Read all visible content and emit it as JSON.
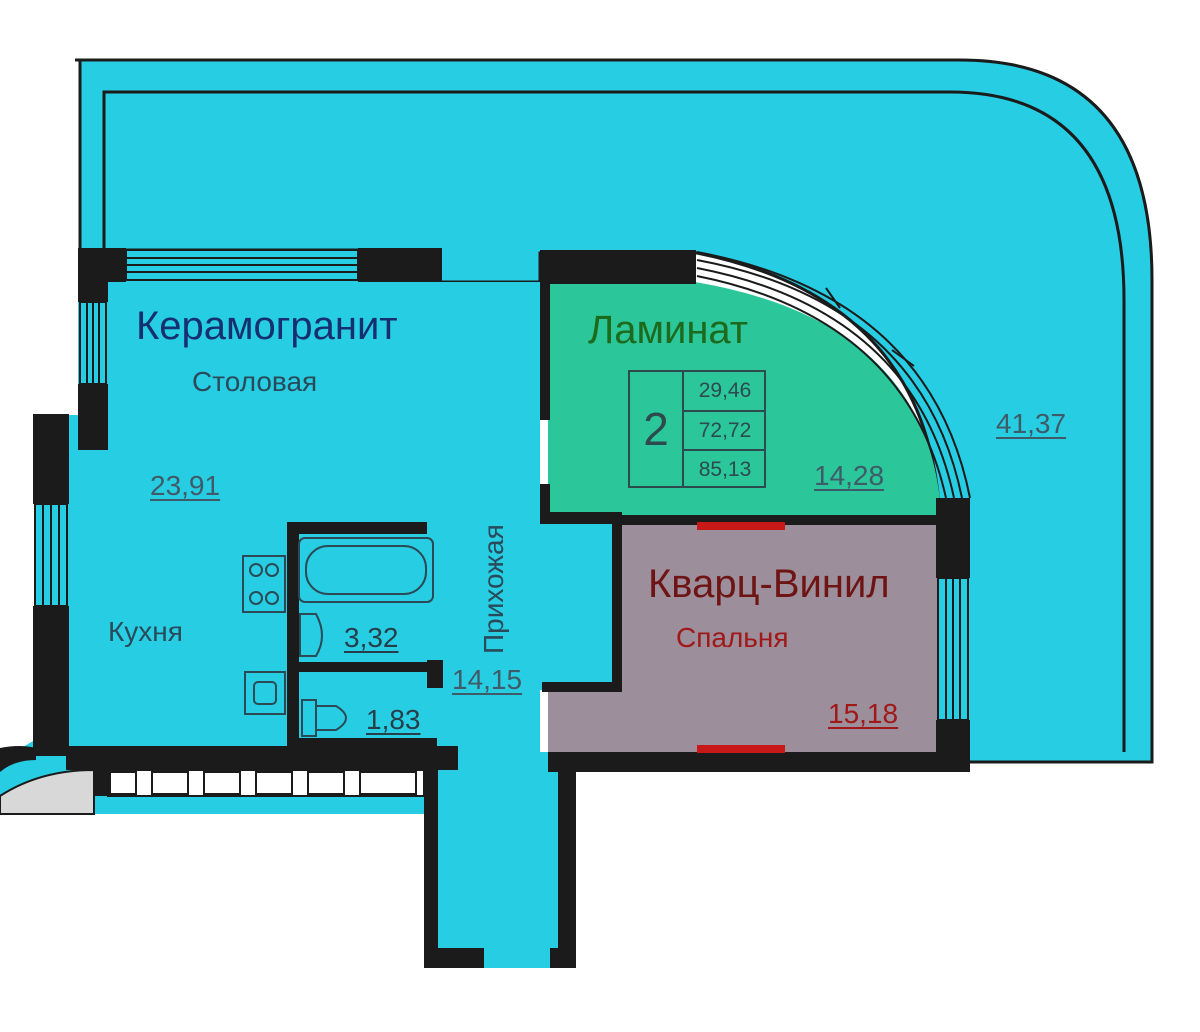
{
  "colors": {
    "floor": "#27cde3",
    "wall": "#1b1b1b",
    "laminate_room": "#2bc69a",
    "vinyl_room": "#9c8e9a",
    "material_ceramic": "#16306f",
    "material_laminate": "#1d6a1d",
    "material_vinyl": "#6e1414",
    "area_red": "#a01818",
    "window_frame": "#e4f6f9"
  },
  "materials": {
    "ceramic": "Керамогранит",
    "laminate": "Ламинат",
    "vinyl": "Кварц-Винил"
  },
  "rooms": {
    "dining": "Столовая",
    "kitchen": "Кухня",
    "hallway": "Прихожая",
    "bedroom": "Спальня"
  },
  "areas": {
    "dining_kitchen": "23,91",
    "living_room": "14,28",
    "loggia": "41,37",
    "bathroom": "3,32",
    "toilet": "1,83",
    "hallway": "14,15",
    "bedroom": "15,18"
  },
  "apartment_summary": {
    "rooms_count": "2",
    "living_area": "29,46",
    "total_area": "72,72",
    "total_with_loggia": "85,13"
  }
}
